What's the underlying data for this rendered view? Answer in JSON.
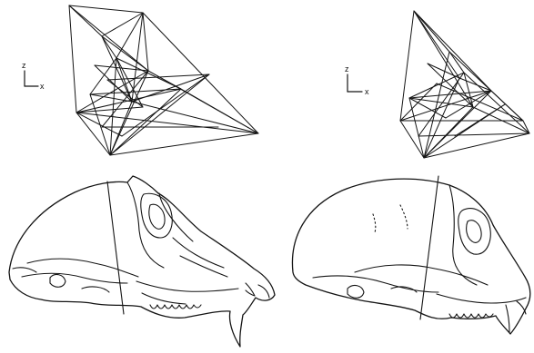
{
  "panels": [
    {
      "id": "left",
      "axis_vertical_label": "z",
      "axis_horizontal_label": "x"
    },
    {
      "id": "right",
      "axis_vertical_label": "z",
      "axis_horizontal_label": "x"
    }
  ],
  "colors": {
    "ink": "#141414",
    "background": "#ffffff"
  }
}
